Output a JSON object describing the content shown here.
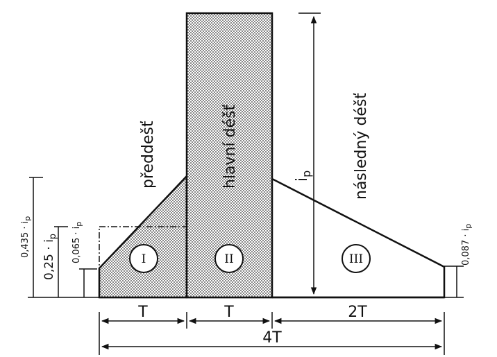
{
  "regions": {
    "pre_rain": "předdešť",
    "main_rain": "hlavní déšť",
    "post_rain": "následný déšť"
  },
  "segments": {
    "roman_1": "I",
    "roman_2": "II",
    "roman_3": "III"
  },
  "intensity_labels": {
    "peak": "i",
    "peak_sub": "p",
    "left_top": "0,435 · i",
    "left_top_sub": "p",
    "left_mid": "0,25 · i",
    "left_mid_sub": "p",
    "left_low": "0,065 · i",
    "left_low_sub": "p",
    "right_low": "0,087 · i",
    "right_low_sub": "p"
  },
  "durations": {
    "t1": "T",
    "t2": "T",
    "t3": "2T",
    "total": "4T"
  }
}
